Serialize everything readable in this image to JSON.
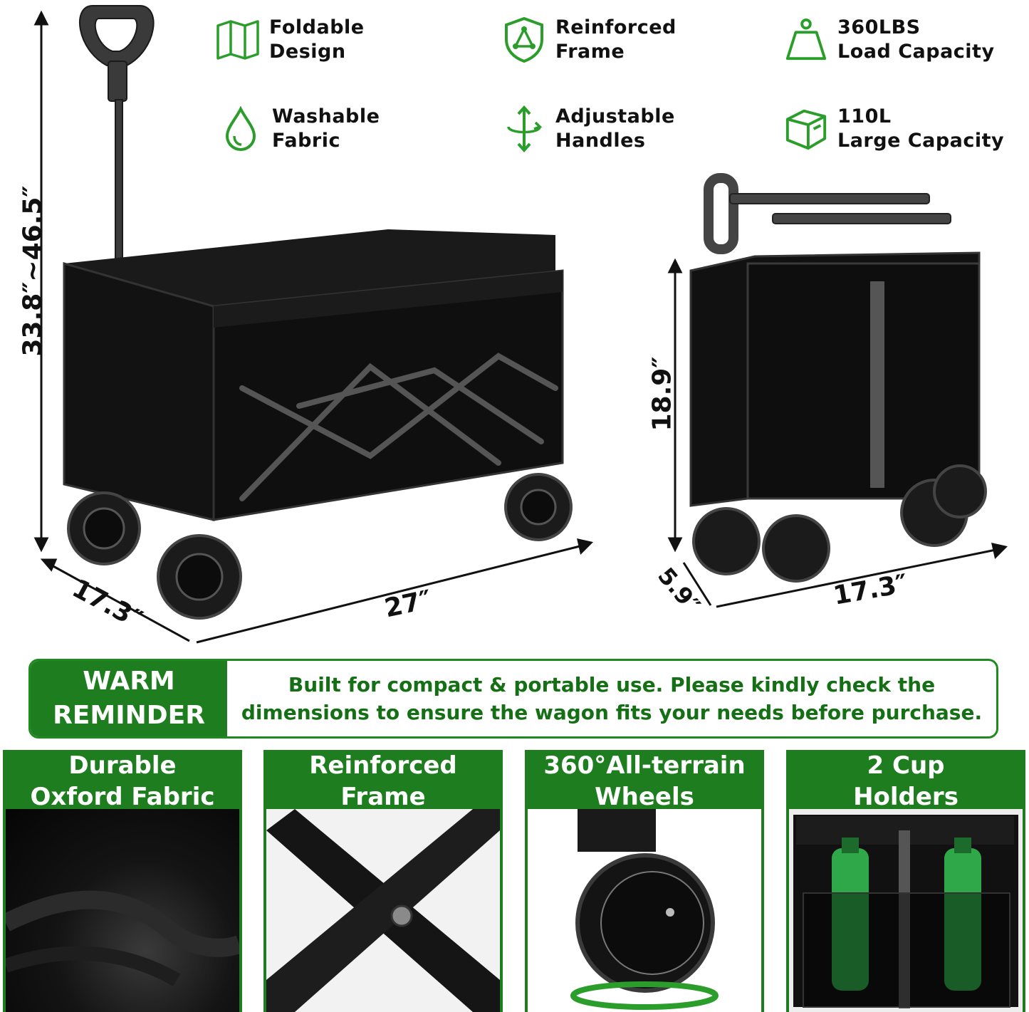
{
  "features": [
    {
      "icon": "map-fold-icon",
      "line1": "Foldable",
      "line2": "Design"
    },
    {
      "icon": "shield-icon",
      "line1": "Reinforced",
      "line2": "Frame"
    },
    {
      "icon": "weight-icon",
      "line1": "360LBS",
      "line2": "Load Capacity"
    },
    {
      "icon": "water-drop-icon",
      "line1": "Washable",
      "line2": "Fabric"
    },
    {
      "icon": "adjust-arrows-icon",
      "line1": "Adjustable",
      "line2": "Handles"
    },
    {
      "icon": "box-icon",
      "line1": "110L",
      "line2": "Large Capacity"
    }
  ],
  "dimensions": {
    "height_range": "33.8″~46.5″",
    "unfolded_width": "17.3″",
    "unfolded_length": "27″",
    "folded_height": "18.9″",
    "folded_depth": "5.9″",
    "folded_width": "17.3″"
  },
  "reminder": {
    "tag_line1": "WARM",
    "tag_line2": "REMINDER",
    "msg_line1": "Built for compact & portable use. Please kindly check the",
    "msg_line2": "dimensions to ensure the wagon fits your needs before purchase."
  },
  "panels": [
    {
      "line1": "Durable",
      "line2": "Oxford Fabric"
    },
    {
      "line1": "Reinforced",
      "line2": "Frame"
    },
    {
      "line1": "360°All-terrain",
      "line2": "Wheels"
    },
    {
      "line1": "2 Cup",
      "line2": "Holders"
    }
  ],
  "colors": {
    "brand_green": "#1e7d1e",
    "accent_green": "#2a9d2a",
    "wagon": "#111111",
    "bottle": "#2fa84a"
  }
}
